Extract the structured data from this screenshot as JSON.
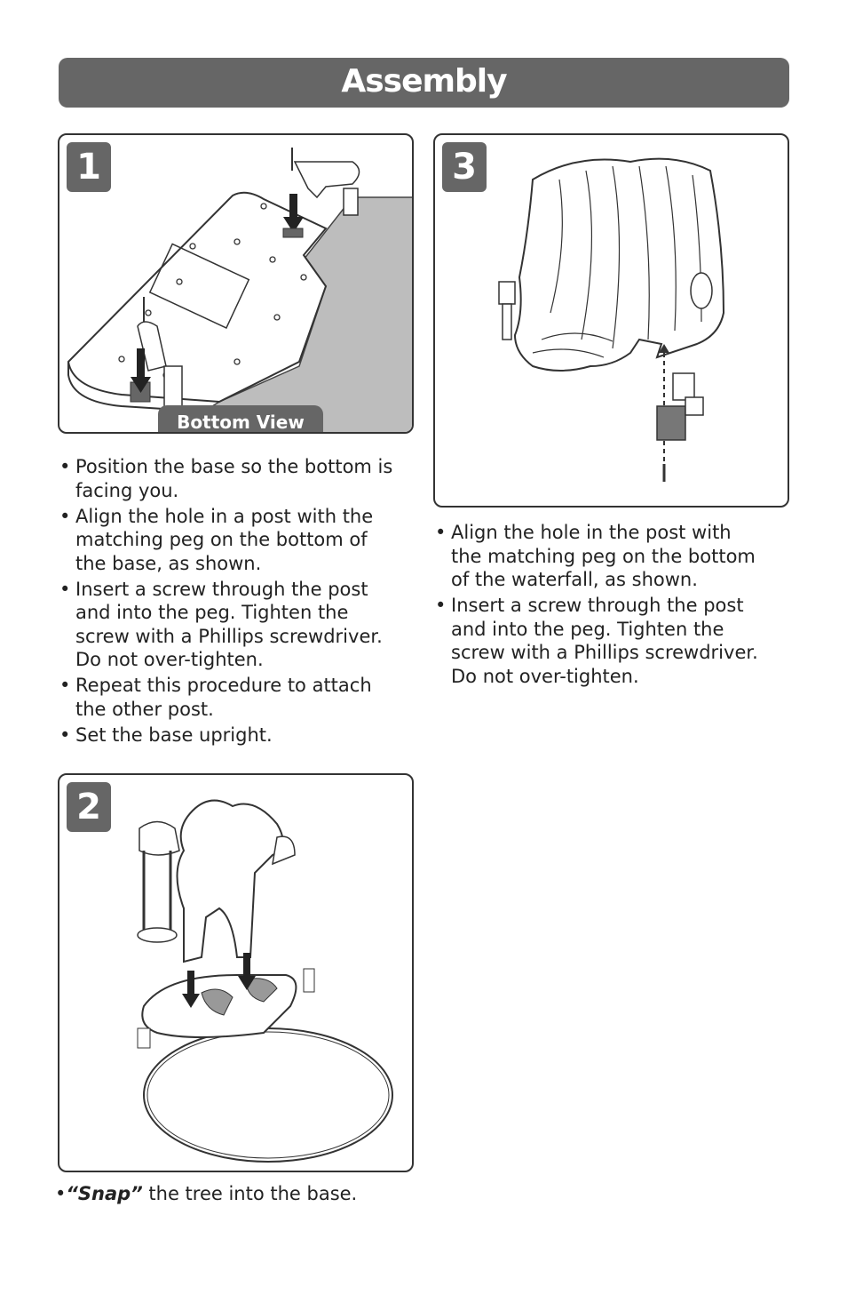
{
  "header": {
    "title": "Assembly"
  },
  "steps": [
    {
      "number": "1",
      "tag": "Bottom View",
      "bullets": [
        "Position the base so the bottom is facing you.",
        "Align the hole in a post with the matching peg on the bottom of the base, as shown.",
        "Insert a screw through the post and into the peg. Tighten the screw with a Phillips screwdriver. Do not over-tighten.",
        "Repeat this procedure to attach the other post.",
        "Set the base upright."
      ]
    },
    {
      "number": "2",
      "snap_emphasis": "“Snap”",
      "snap_rest": " the tree into the base."
    },
    {
      "number": "3",
      "bullets": [
        "Align the hole in the post with the matching peg on the bottom of the waterfall, as shown.",
        "Insert a screw through the post and into the peg. Tighten the screw with a Phillips screwdriver. Do not over-tighten."
      ]
    }
  ],
  "colors": {
    "banner": "#666666",
    "border": "#333333",
    "surface": "#bdbdbd"
  }
}
